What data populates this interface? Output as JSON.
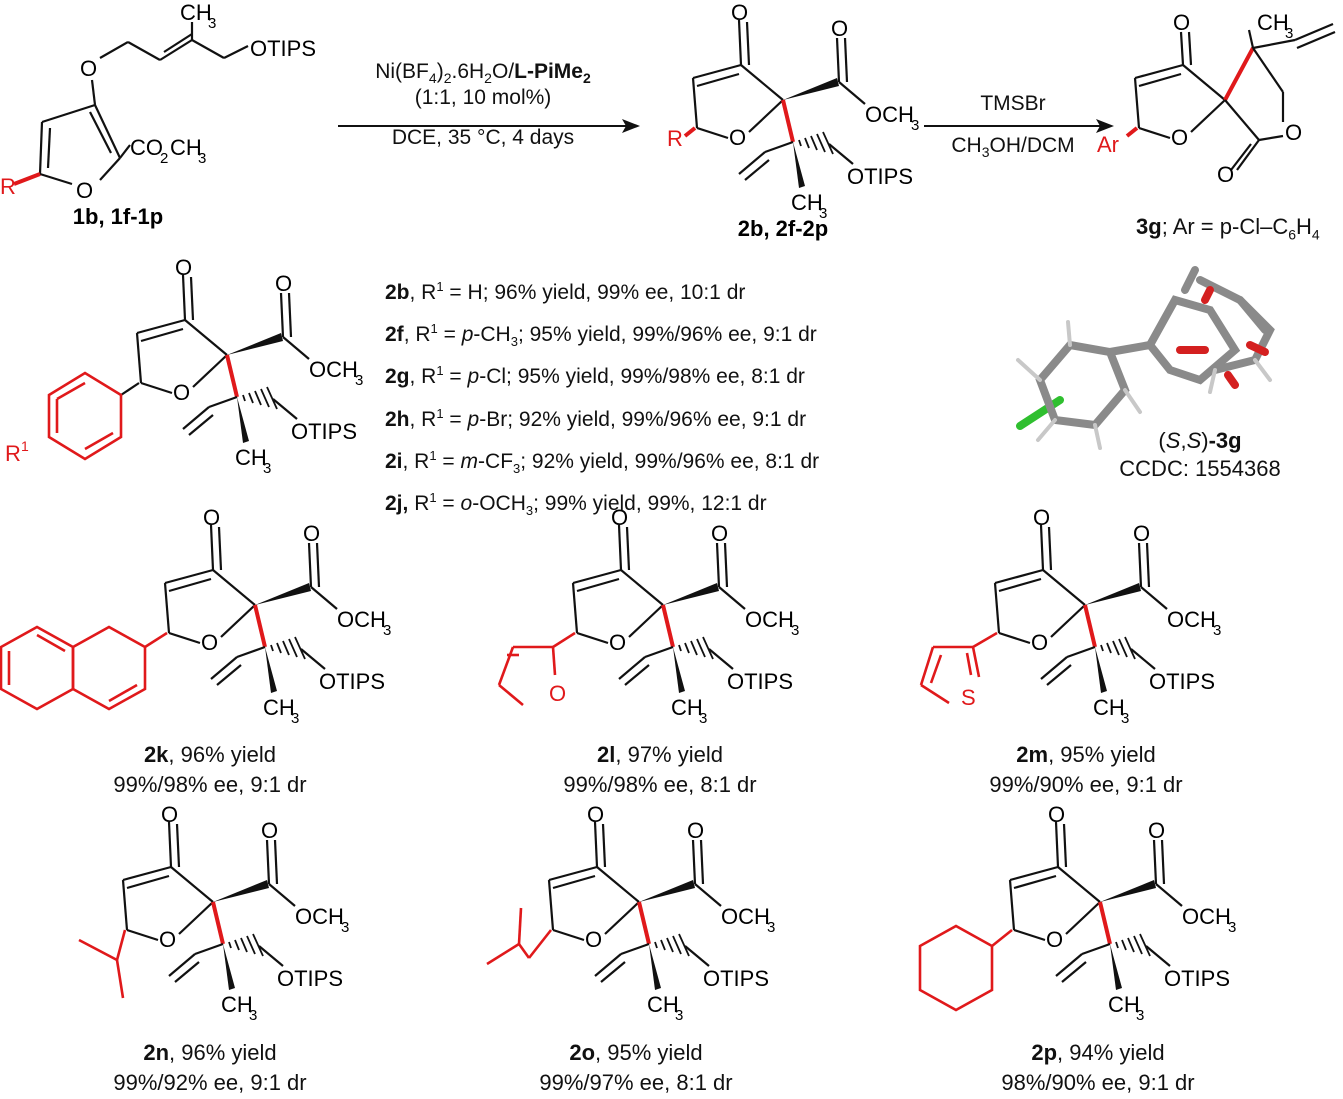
{
  "scheme": {
    "step1": {
      "reagent_line1_a": "Ni(BF",
      "reagent_line1_sub4": "4",
      "reagent_line1_b": ")",
      "reagent_line1_sub2": "2",
      "reagent_line1_c": ".6H",
      "reagent_line1_sub2b": "2",
      "reagent_line1_d": "O/",
      "ligand": "L-PiMe",
      "ligand_sub": "2",
      "line2": "(1:1, 10 mol%)",
      "line3": "DCE, 35 °C, 4 days"
    },
    "step2": {
      "reagent": "TMSBr",
      "line2": "CH",
      "line2_sub": "3",
      "line2_b": "OH/DCM"
    },
    "sm_label": "1b, 1f-1p",
    "prod_label": "2b, 2f-2p",
    "lactone_label_bold": "3g",
    "lactone_label_rest": "; Ar = p-Cl–C",
    "lactone_sub6": "6",
    "lactone_H": "H",
    "lactone_sub4": "4",
    "xray_label_a": "(",
    "xray_label_S1": "S",
    "xray_label_comma": ",",
    "xray_label_S2": "S",
    "xray_label_b": ")",
    "xray_label_bold": "-3g",
    "ccdc": "CCDC: 1554368"
  },
  "atoms": {
    "O": "O",
    "S": "S",
    "R": "R",
    "Ar": "Ar",
    "R1": "R",
    "R1sup": "1",
    "OTIPS": "OTIPS",
    "OCH3": "OCH",
    "CH3": "CH",
    "sub3": "3",
    "CO2CH3_a": "CO",
    "CO2CH3_sub2": "2",
    "CO2CH3_b": "CH"
  },
  "r_entries": [
    {
      "cmpd": "2b",
      "r_pre": ", R",
      "r_post": " = ",
      "sub_i": "",
      "sub_rest": "H",
      "sub_num": "",
      "tail": "; 96% yield, 99% ee, 10:1 dr"
    },
    {
      "cmpd": "2f",
      "r_pre": ", R",
      "r_post": " = ",
      "sub_i": "p",
      "sub_rest": "-CH",
      "sub_num": "3",
      "tail": "; 95% yield, 99%/96% ee, 9:1 dr"
    },
    {
      "cmpd": "2g",
      "r_pre": ", R",
      "r_post": " = ",
      "sub_i": "p",
      "sub_rest": "-Cl",
      "sub_num": "",
      "tail": "; 95% yield, 99%/98% ee, 8:1 dr"
    },
    {
      "cmpd": "2h",
      "r_pre": ", R",
      "r_post": " = ",
      "sub_i": "p",
      "sub_rest": "-Br",
      "sub_num": "",
      "tail": "; 92% yield, 99%/96% ee, 9:1 dr"
    },
    {
      "cmpd": "2i",
      "r_pre": ", R",
      "r_post": " = ",
      "sub_i": "m",
      "sub_rest": "-CF",
      "sub_num": "3",
      "tail": "; 92% yield, 99%/96% ee, 8:1 dr"
    },
    {
      "cmpd": "2j,",
      "r_pre": " R",
      "r_post": " = ",
      "sub_i": "o",
      "sub_rest": "-OCH",
      "sub_num": "3",
      "tail": "; 99% yield, 99%, 12:1 dr"
    }
  ],
  "compounds": [
    {
      "id": "2k",
      "line1": ", 96% yield",
      "line2": "99%/98% ee, 9:1 dr"
    },
    {
      "id": "2l",
      "line1": ", 97% yield",
      "line2": "99%/98% ee, 8:1 dr"
    },
    {
      "id": "2m",
      "line1": ", 95% yield",
      "line2": "99%/90% ee, 9:1 dr"
    },
    {
      "id": "2n",
      "line1": ", 96% yield",
      "line2": "99%/92% ee, 9:1 dr"
    },
    {
      "id": "2o",
      "line1": ", 95% yield",
      "line2": "99%/97% ee, 8:1 dr"
    },
    {
      "id": "2p",
      "line1": ", 94% yield",
      "line2": "98%/90% ee, 9:1 dr"
    }
  ],
  "colors": {
    "bond": "#111111",
    "highlight": "#e0191b",
    "atom_o": "#d42020",
    "atom_cl": "#2fbf2f",
    "atom_c": "#8a8a8a"
  }
}
